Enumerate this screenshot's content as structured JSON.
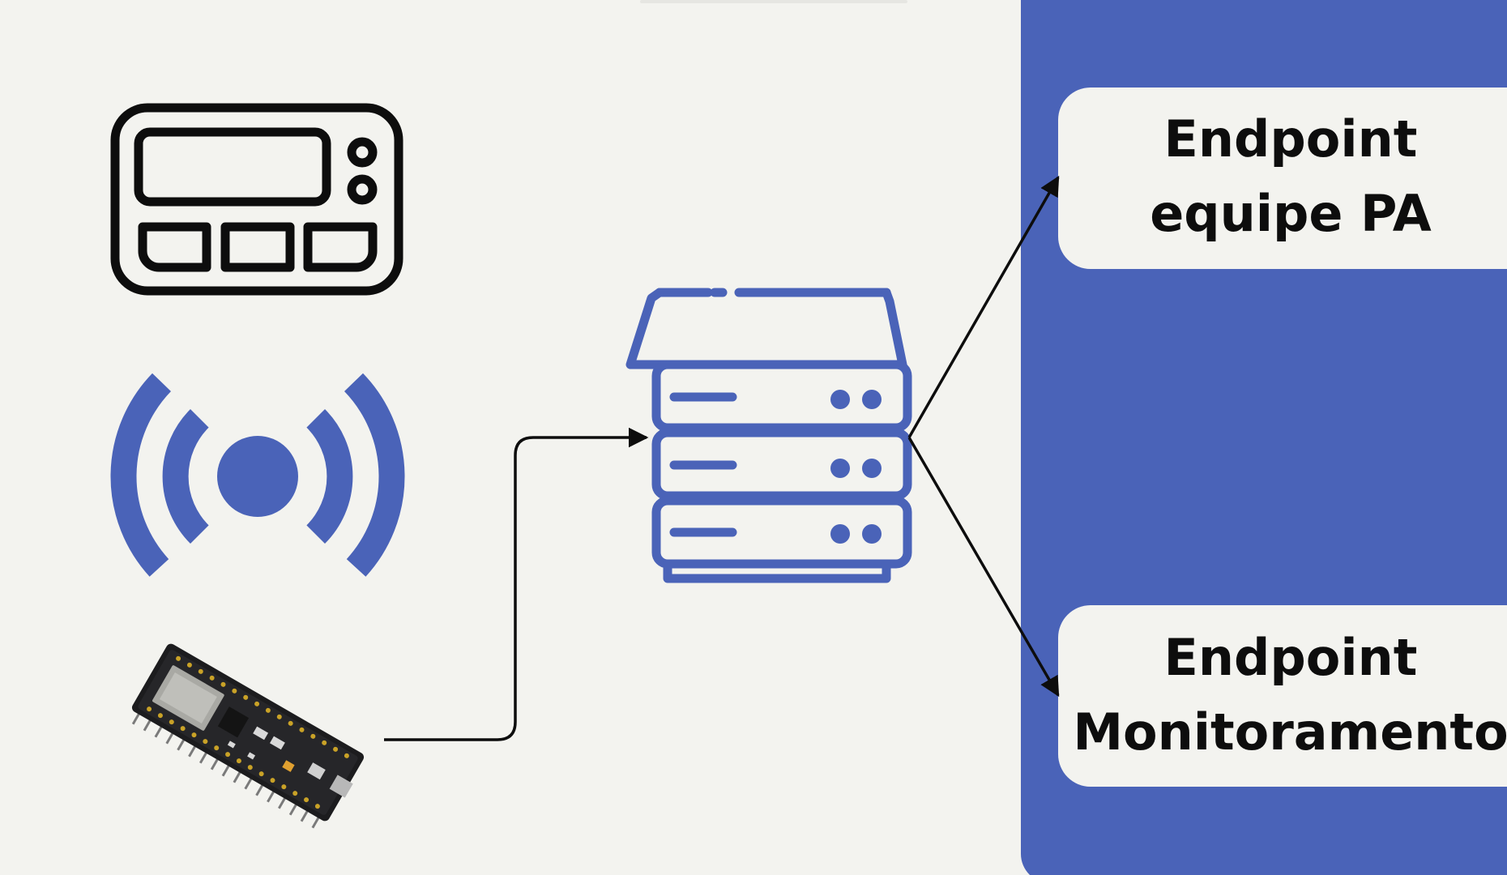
{
  "colors": {
    "background": "#f3f3ef",
    "accent_blue": "#4a63b8",
    "line": "#0d0d0d",
    "card": "#f3f3ef"
  },
  "icons": {
    "pager": "pager-icon",
    "wireless": "wireless-signal-icon",
    "board": "esp32-board-icon",
    "server": "server-stack-icon"
  },
  "endpoints": {
    "top": {
      "line1": "Endpoint",
      "line2": "equipe PA"
    },
    "bottom": {
      "line1": "Endpoint",
      "line2": "Monitoramento"
    }
  }
}
